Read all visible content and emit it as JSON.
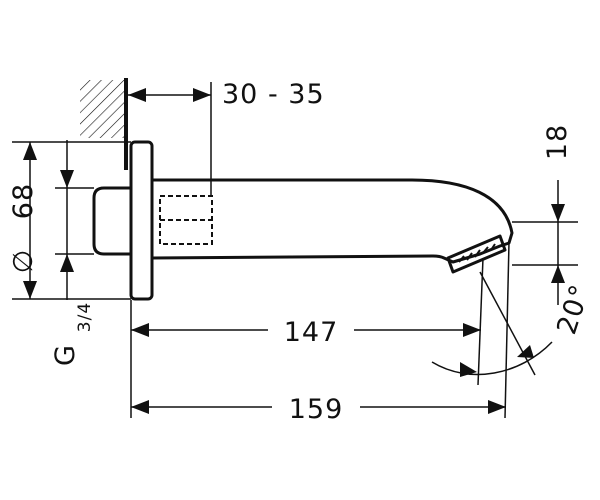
{
  "dimensions": {
    "wall_gap": "30 - 35",
    "diameter_symbol": "∅",
    "diameter": "68",
    "thread_prefix": "G",
    "thread_size": "3/4",
    "outlet_height": "18",
    "angle": "20°",
    "length_inner": "147",
    "length_overall": "159"
  },
  "colors": {
    "line": "#111111",
    "background": "#ffffff"
  }
}
